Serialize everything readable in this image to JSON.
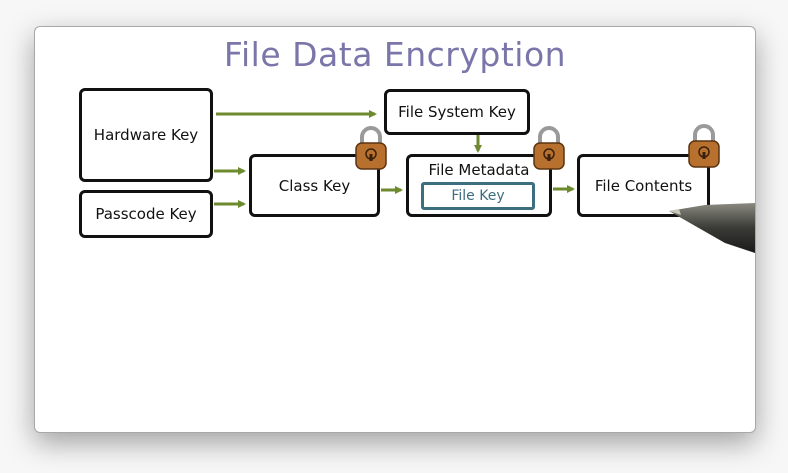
{
  "diagram": {
    "title": "File Data Encryption",
    "nodes": {
      "hardware_key": "Hardware Key",
      "passcode_key": "Passcode Key",
      "class_key": "Class Key",
      "file_system_key": "File System Key",
      "file_metadata": "File Metadata",
      "file_key": "File Key",
      "file_contents": "File Contents"
    },
    "edges": [
      {
        "from": "Hardware Key",
        "to": "File System Key"
      },
      {
        "from": "Hardware Key",
        "to": "Class Key"
      },
      {
        "from": "Passcode Key",
        "to": "Class Key"
      },
      {
        "from": "File System Key",
        "to": "File Metadata"
      },
      {
        "from": "Class Key",
        "to": "File Metadata"
      },
      {
        "from": "File Metadata",
        "to": "File Contents"
      }
    ],
    "locked_nodes": [
      "Class Key",
      "File Metadata",
      "File Contents"
    ],
    "colors": {
      "title": "#7b76aa",
      "arrow": "#6e8a2e",
      "file_key_border": "#3d6e80",
      "lock_body": "#b8702e"
    },
    "icons": [
      "padlock-icon",
      "pen-icon"
    ]
  }
}
